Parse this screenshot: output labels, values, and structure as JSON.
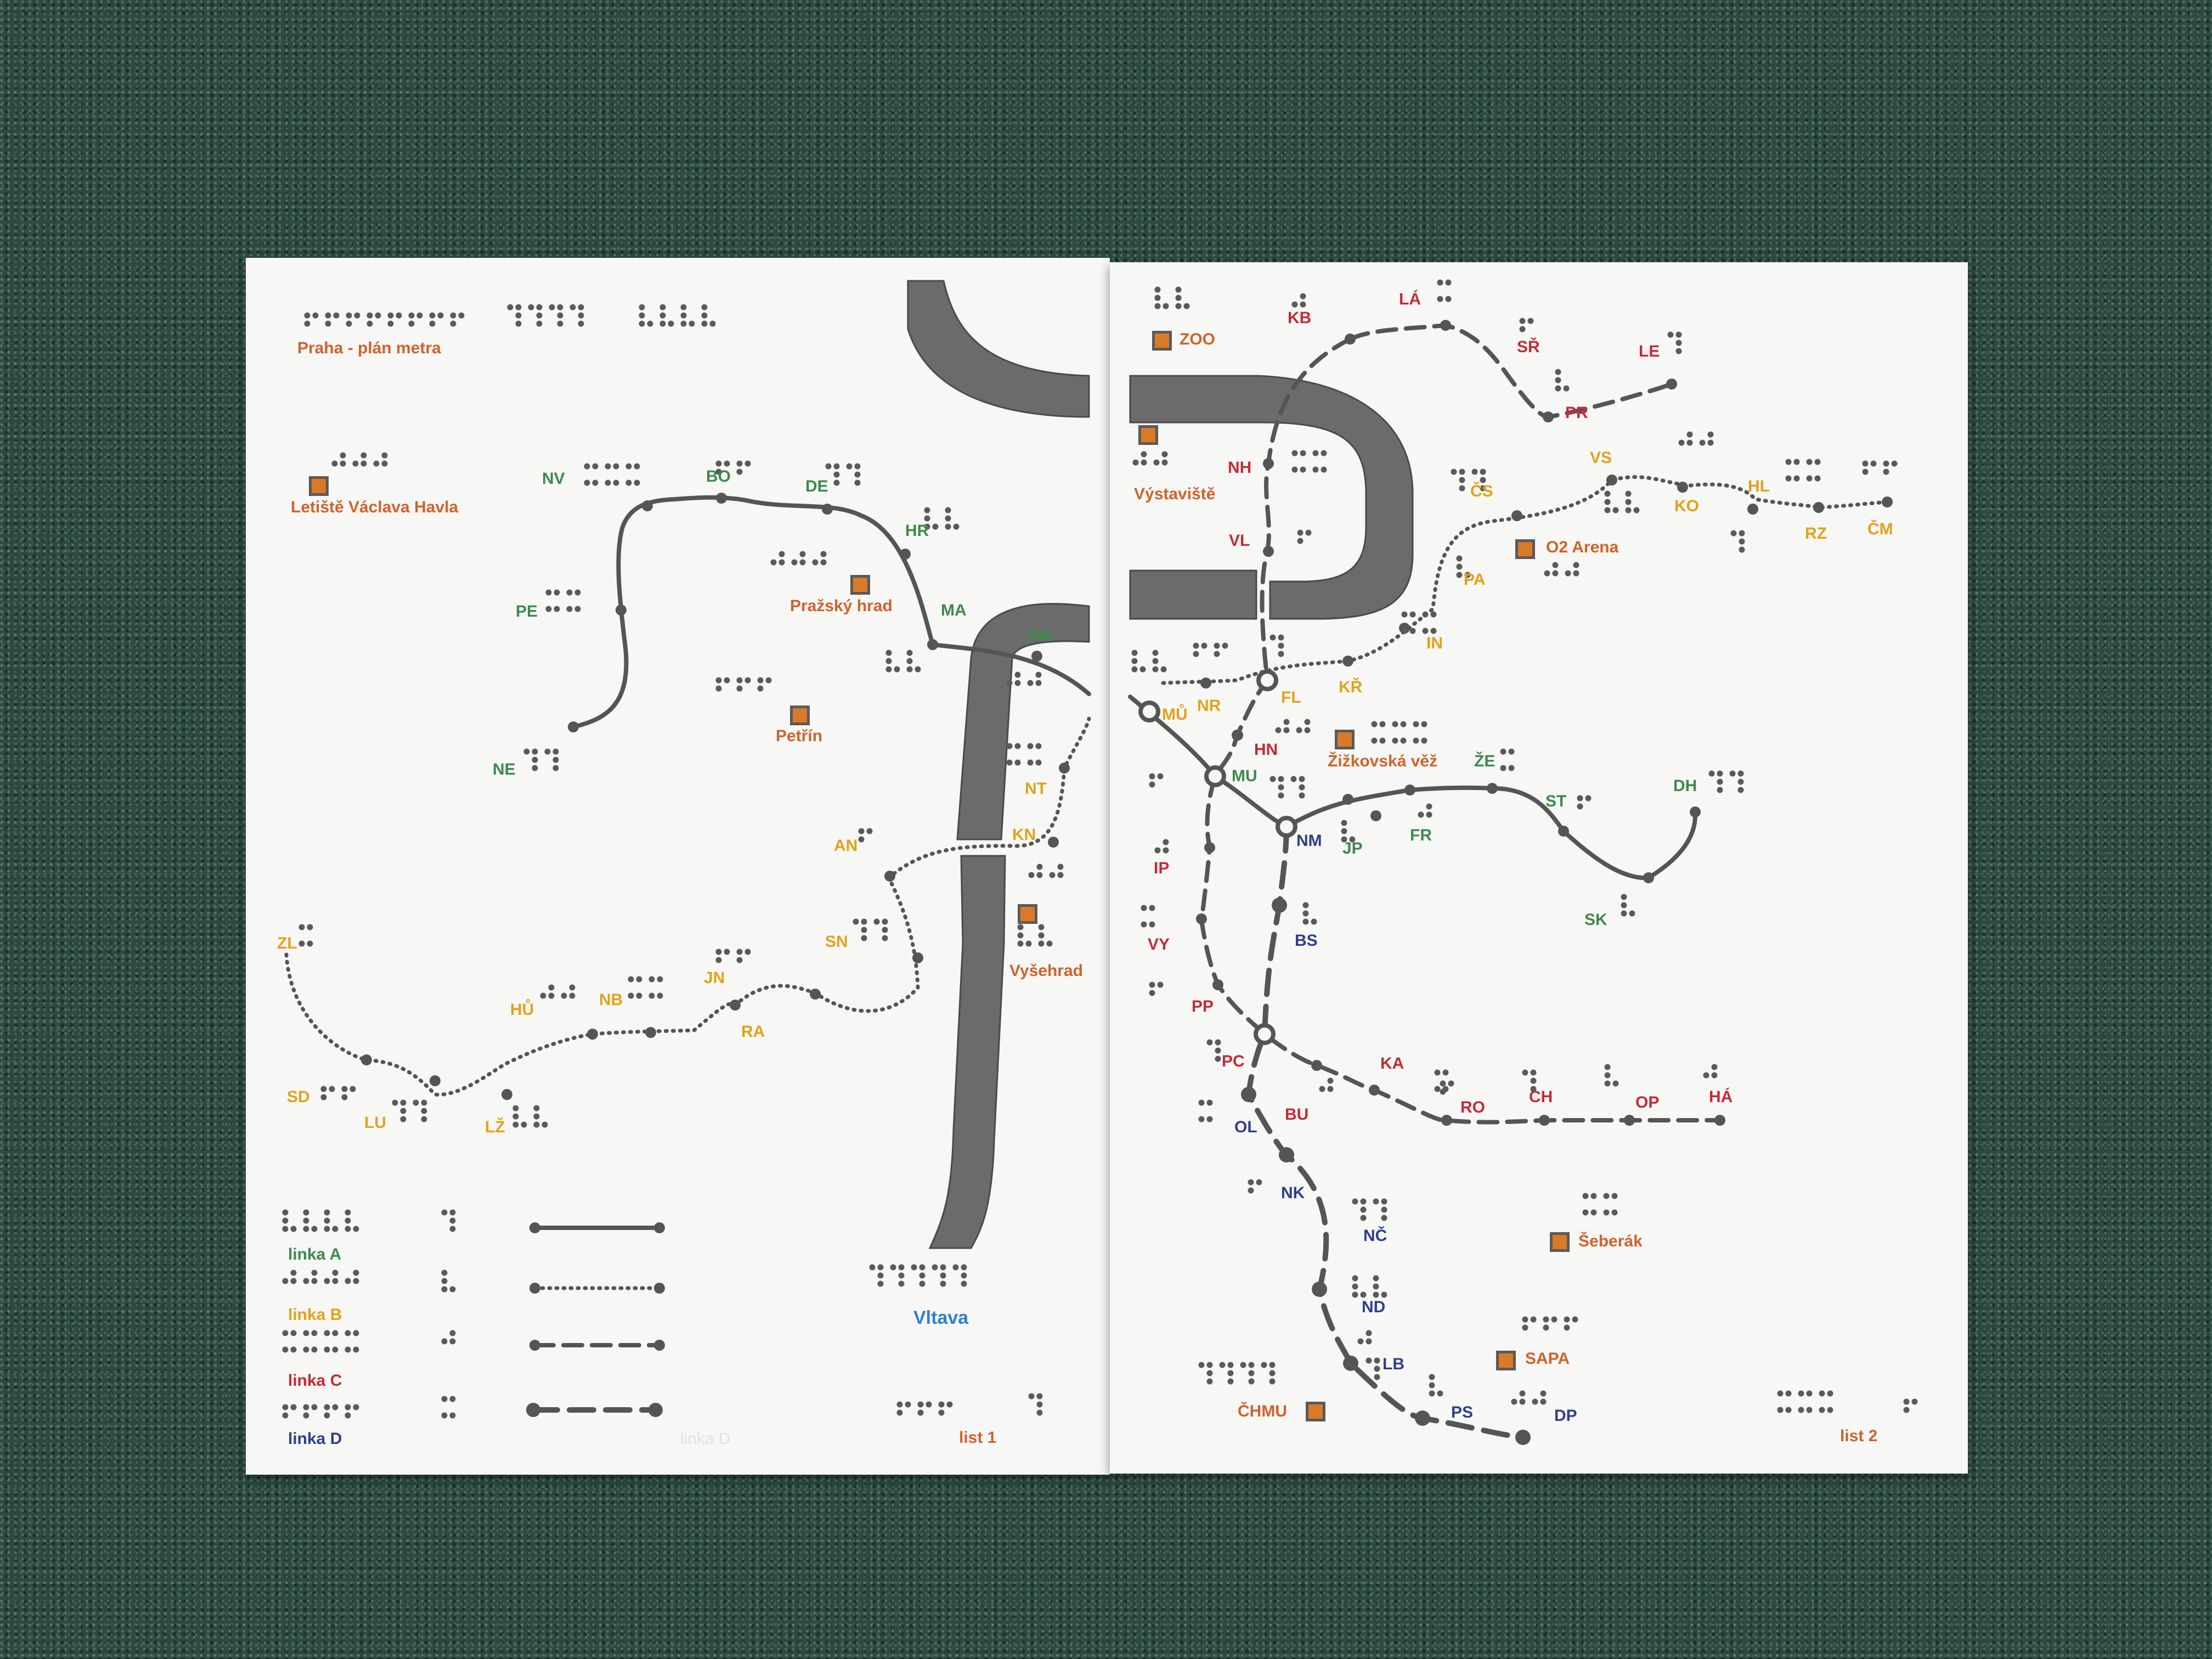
{
  "title": "Praha - plán metra",
  "colors": {
    "line_a": "#3d8a4d",
    "line_b": "#e3a21a",
    "line_c": "#c42a37",
    "line_d": "#2d3f8f",
    "poi": "#d0622c",
    "river": "#2f7fd0"
  },
  "river_name": "Vltava",
  "sheets": [
    "list 1",
    "list 2"
  ],
  "legend": [
    {
      "label": "linka A",
      "style": "solid"
    },
    {
      "label": "linka B",
      "style": "dotted"
    },
    {
      "label": "linka C",
      "style": "dashed"
    },
    {
      "label": "linka D",
      "style": "long-dashed"
    }
  ],
  "faint_text": "linka D",
  "pois": [
    {
      "key": "letiste",
      "label": "Letiště Václava Havla"
    },
    {
      "key": "hrad",
      "label": "Pražský hrad"
    },
    {
      "key": "petrin",
      "label": "Petřín"
    },
    {
      "key": "vysehrad",
      "label": "Vyšehrad"
    },
    {
      "key": "zoo",
      "label": "ZOO"
    },
    {
      "key": "vystaviste",
      "label": "Výstaviště"
    },
    {
      "key": "o2",
      "label": "O2 Arena"
    },
    {
      "key": "zizkov",
      "label": "Žižkovská věž"
    },
    {
      "key": "seberak",
      "label": "Šeberák"
    },
    {
      "key": "sapa",
      "label": "SAPA"
    },
    {
      "key": "chmu",
      "label": "ČHMU"
    }
  ],
  "stations": {
    "line_a": [
      "NV",
      "BO",
      "DE",
      "HR",
      "MA",
      "SM",
      "PE",
      "NE",
      "MŮ",
      "NR",
      "MU",
      "JP",
      "FR",
      "ŽE",
      "ST",
      "DH",
      "SK"
    ],
    "line_b": [
      "ZL",
      "SD",
      "LU",
      "LŽ",
      "HŮ",
      "NB",
      "JN",
      "RA",
      "SN",
      "AN",
      "KN",
      "NT",
      "PA",
      "IN",
      "KŘ",
      "FL",
      "ČS",
      "VS",
      "KO",
      "HL",
      "RZ",
      "ČM"
    ],
    "line_c": [
      "KB",
      "LÁ",
      "SŘ",
      "LE",
      "PR",
      "NH",
      "VL",
      "HN",
      "IP",
      "VY",
      "PP",
      "PC",
      "KA",
      "RO",
      "CH",
      "OP",
      "HÁ"
    ],
    "line_d": [
      "NM",
      "BS",
      "OL",
      "BU",
      "NK",
      "NČ",
      "ND",
      "LB",
      "PS",
      "DP"
    ]
  }
}
